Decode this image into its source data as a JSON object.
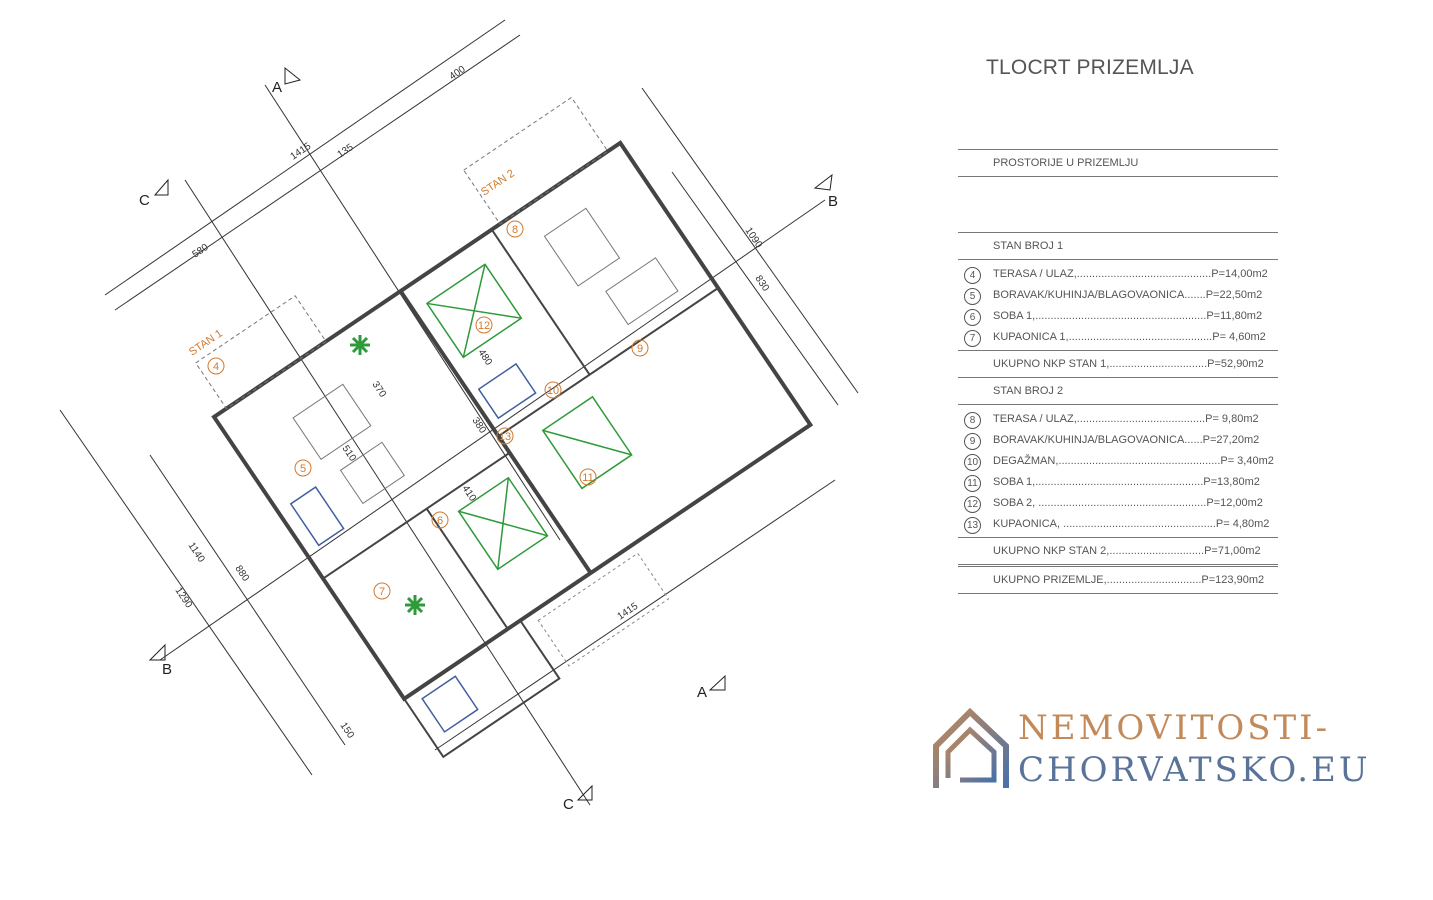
{
  "title": "TLOCRT PRIZEMLJA",
  "table": {
    "header": "PROSTORIJE U PRIZEMLJU",
    "units": [
      {
        "name": "STAN BROJ 1",
        "rooms": [
          {
            "no": "4",
            "label": "TERASA / ULAZ,............................................P=14,00m2"
          },
          {
            "no": "5",
            "label": "BORAVAK/KUHINJA/BLAGOVAONICA.......P=22,50m2"
          },
          {
            "no": "6",
            "label": "SOBA 1,........................................................P=11,80m2"
          },
          {
            "no": "7",
            "label": "KUPAONICA 1,...............................................P=  4,60m2"
          }
        ],
        "total": "UKUPNO NKP STAN 1,................................P=52,90m2"
      },
      {
        "name": "STAN BROJ 2",
        "rooms": [
          {
            "no": "8",
            "label": "TERASA / ULAZ,..........................................P=  9,80m2"
          },
          {
            "no": "9",
            "label": "BORAVAK/KUHINJA/BLAGOVAONICA......P=27,20m2"
          },
          {
            "no": "10",
            "label": "DEGAŽMAN,.....................................................P=  3,40m2"
          },
          {
            "no": "11",
            "label": "SOBA 1,.......................................................P=13,80m2"
          },
          {
            "no": "12",
            "label": "SOBA 2, .......................................................P=12,00m2"
          },
          {
            "no": "13",
            "label": "KUPAONICA, ..................................................P=  4,80m2"
          }
        ],
        "total": "UKUPNO NKP STAN 2,...............................P=71,00m2"
      }
    ],
    "grand_total": "UKUPNO PRIZEMLJE,...............................P=123,90m2"
  },
  "plan": {
    "sections": [
      "A",
      "A",
      "B",
      "B",
      "C",
      "C"
    ],
    "unit_labels": [
      "STAN 1",
      "STAN 2"
    ],
    "room_numbers": [
      "4",
      "5",
      "6",
      "7",
      "8",
      "9",
      "10",
      "11",
      "12",
      "13"
    ],
    "dimensions": [
      "1415",
      "400",
      "580",
      "135",
      "1090",
      "830",
      "1140",
      "1290",
      "880",
      "1415",
      "410",
      "480",
      "370",
      "510",
      "380",
      "150"
    ]
  },
  "colors": {
    "walls": "#444444",
    "rooms": "#d07a30",
    "furniture_green": "#2e9a3a",
    "furniture_blue": "#4060a0",
    "logo_top": "#c28a5a",
    "logo_bottom": "#5a7398"
  },
  "logo": {
    "line1": "NEMOVITOSTI-",
    "line2": "CHORVATSKO.EU"
  }
}
